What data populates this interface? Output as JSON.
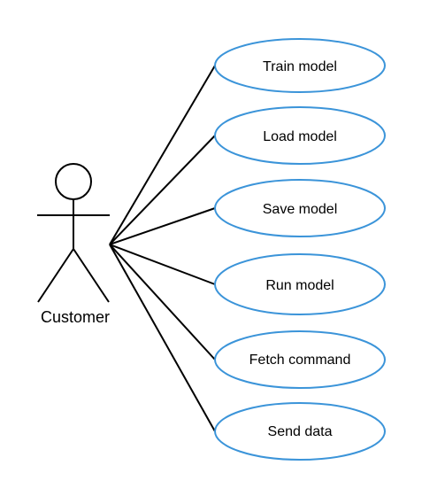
{
  "actor": {
    "label": "Customer"
  },
  "use_cases": [
    {
      "label": "Train model"
    },
    {
      "label": "Load model"
    },
    {
      "label": "Save model"
    },
    {
      "label": "Run model"
    },
    {
      "label": "Fetch command"
    },
    {
      "label": "Send data"
    }
  ],
  "colors": {
    "ellipse_stroke": "#3b94d9",
    "line": "#000000",
    "text": "#000000",
    "background": "#ffffff"
  }
}
